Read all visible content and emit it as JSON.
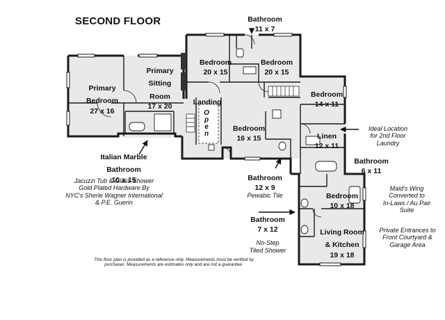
{
  "title": "SECOND FLOOR",
  "rooms": {
    "bath_top": {
      "name": "Bathroom",
      "dims": "11 x 7"
    },
    "bedroom_a": {
      "name": "Bedroom",
      "dims": "20 x 15"
    },
    "bedroom_b": {
      "name": "Bedroom",
      "dims": "20 x 15"
    },
    "primary_sitting": {
      "name": "Primary Sitting Room",
      "dims": "17 x 20"
    },
    "primary_bedroom": {
      "name": "Primary Bedroom",
      "dims": "27 x 16"
    },
    "bedroom_right": {
      "name": "Bedroom",
      "dims": "14 x 11"
    },
    "landing": {
      "name": "Landing"
    },
    "open": {
      "label": "Open"
    },
    "bedroom_center": {
      "name": "Bedroom",
      "dims": "16 x 15"
    },
    "linen": {
      "name": "Linen",
      "dims": "12 x 11"
    },
    "italian_bath": {
      "name": "Italian Marble Bathroom",
      "dims": "10 x 15"
    },
    "bath_pewabic": {
      "name": "Bathroom",
      "dims": "12 x 9",
      "note": "Pewabic Tile"
    },
    "bath_right": {
      "name": "Bathroom",
      "dims": "6 x 11"
    },
    "bedroom_lower": {
      "name": "Bedroom",
      "dims": "10 x 18"
    },
    "bath_lower": {
      "name": "Bathroom",
      "dims": "7 x 12",
      "note1": "No-Step",
      "note2": "Tiled Shower"
    },
    "living": {
      "name": "Living Room & Kitchen",
      "dims": "19 x 18"
    }
  },
  "notes": {
    "jacuzzi_1": "Jacuzzi Tub & Glass Shower",
    "jacuzzi_2": "Gold Plated Hardware By",
    "jacuzzi_3": "NYC's Sherle Wagner International",
    "jacuzzi_4": "& P.E. Guerin",
    "laundry_1": "Ideal Location",
    "laundry_2": "for 2nd Floor",
    "laundry_3": "Laundry",
    "maids_1": "Maid's Wing",
    "maids_2": "Converted to",
    "maids_3": "In-Laws / Au Pair",
    "maids_4": "Suite",
    "private_1": "Private Entrances to",
    "private_2": "Front Courtyard &",
    "private_3": "Garage Area"
  },
  "footer": {
    "line1": "This floor plan is provided as a reference only.  Measurements must be verified by",
    "line2": "purchaser.  Measurements are estimates only and are not a guarantee."
  },
  "colors": {
    "wall": "#1a1a1a",
    "floor": "#e9e9e9",
    "background": "#ffffff"
  }
}
